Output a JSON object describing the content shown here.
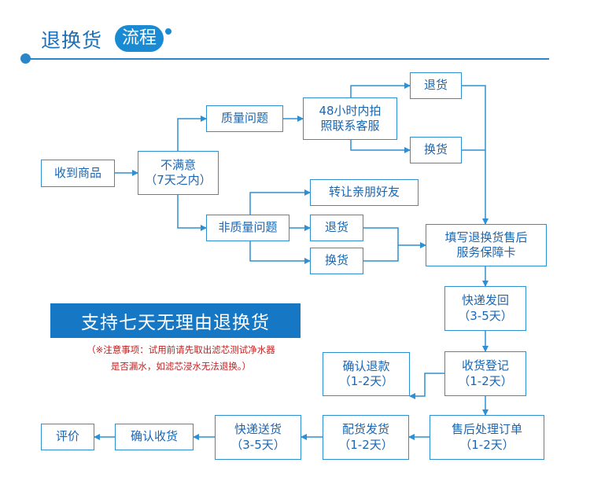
{
  "header": {
    "title": "退换货",
    "badge": "流程"
  },
  "banner": {
    "text": "支持七天无理由退换货",
    "note_line1": "（※注意事项：试用前请先取出滤芯测试净水器",
    "note_line2": "是否漏水，如滤芯浸水无法退换。）"
  },
  "nodes": {
    "receive": "收到商品",
    "unsatisfied": "不满意\n（7天之内）",
    "quality": "质量问题",
    "photo": "48小时内拍\n照联系客服",
    "return1": "退货",
    "exchange1": "换货",
    "transfer": "转让亲朋好友",
    "non_quality": "非质量问题",
    "return2": "退货",
    "exchange2": "换货",
    "fill_card": "填写退换货售后\n服务保障卡",
    "express_back": "快递发回\n（3-5天）",
    "register": "收货登记\n（1-2天）",
    "confirm_refund": "确认退款\n（1-2天）",
    "process_order": "售后处理订单\n（1-2天）",
    "prepare_ship": "配货发货\n（1-2天）",
    "express_deliver": "快递送货\n（3-5天）",
    "confirm_receipt": "确认收货",
    "review": "评价"
  },
  "colors": {
    "brand": "#1a8bd3",
    "line": "#2e8fd2",
    "text": "#1a66b3",
    "banner_bg": "#1677c5",
    "note": "#c02020"
  }
}
